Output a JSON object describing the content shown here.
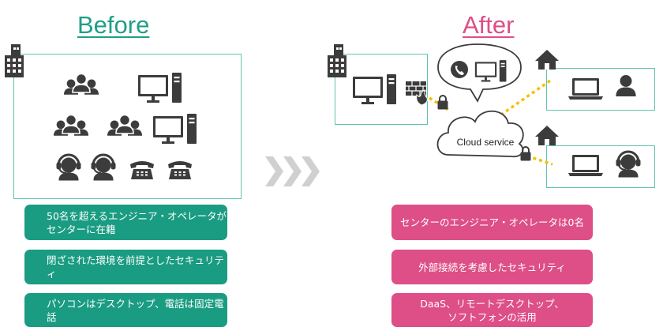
{
  "before": {
    "title": "Before",
    "points": [
      [
        "50名を超えるエンジニア・オペレータが",
        "センターに在籍"
      ],
      [
        "閉ざされた環境を前提としたセキュリティ"
      ],
      [
        "パソコンはデスクトップ、電話は固定電話"
      ]
    ]
  },
  "after": {
    "title": "After",
    "points": [
      [
        "センターのエンジニア・オペレータは0名"
      ],
      [
        "外部接続を考慮したセキュリティ"
      ],
      [
        "DaaS、リモートデスクトップ、",
        "ソフトフォンの活用"
      ]
    ],
    "cloud_label": "Cloud service"
  },
  "colors": {
    "before_accent": "#1a9c82",
    "after_accent": "#dd4f86",
    "frame_border": "#5fc3ae",
    "icon": "#3c3c3c",
    "link_dots": "#f2c200",
    "arrows": "#d0d0d0"
  },
  "icons": [
    "building-icon",
    "people-group-icon",
    "desktop-pc-icon",
    "headset-operator-icon",
    "desk-phone-icon",
    "firewall-icon",
    "lock-icon",
    "phone-icon",
    "cloud-icon",
    "house-icon",
    "laptop-icon",
    "person-icon",
    "chevron-arrow-icon"
  ]
}
